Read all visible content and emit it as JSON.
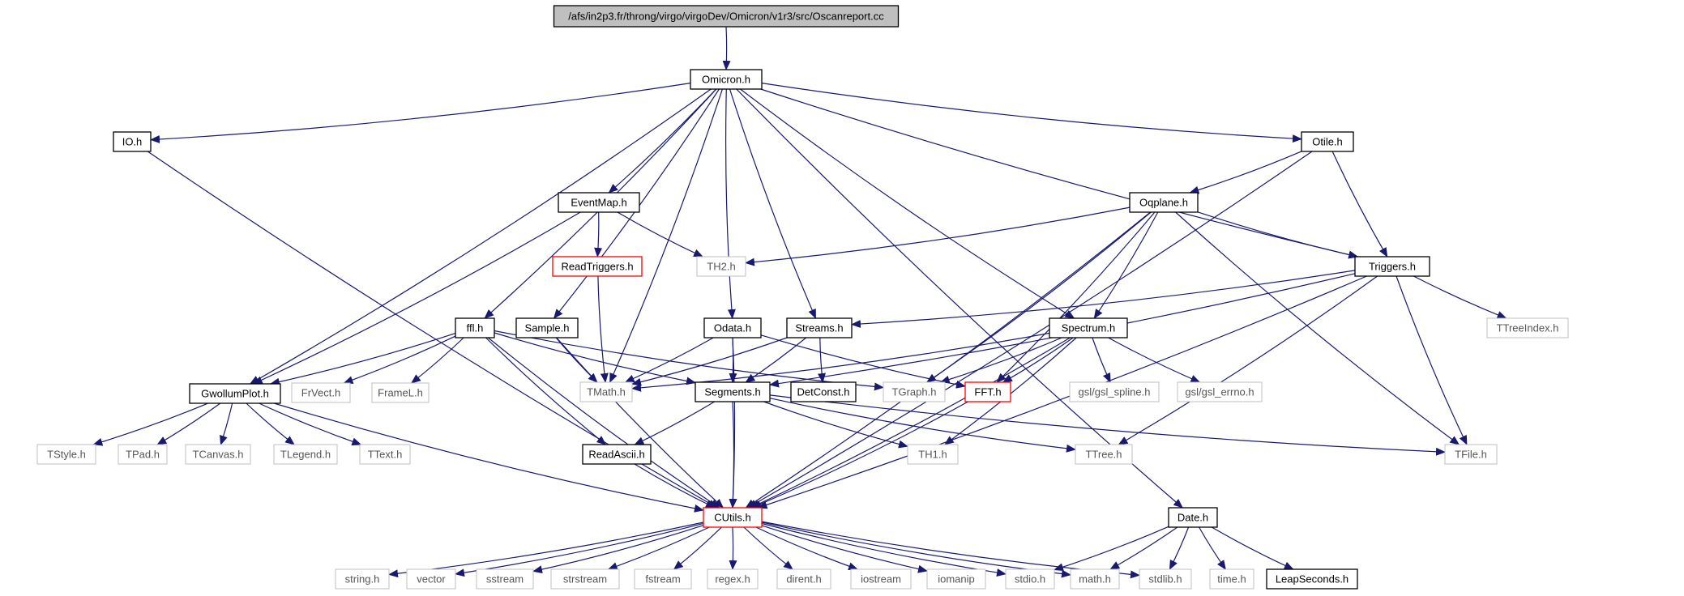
{
  "root": "/afs/in2p3.fr/throng/virgo/virgoDev/Omicron/v1r3/src/Oscanreport.cc",
  "colors": {
    "edge": "#191970",
    "root_fill": "#bfbfbf",
    "normal_border": "#000000",
    "external_border": "#bfbfbf",
    "truncated_border": "#ff0000",
    "external_text": "#555555"
  },
  "nodes": [
    {
      "id": "root",
      "label": "/afs/in2p3.fr/throng/virgo/virgoDev/Omicron/v1r3/src/Oscanreport.cc",
      "kind": "root"
    },
    {
      "id": "omicron",
      "label": "Omicron.h",
      "kind": "normal"
    },
    {
      "id": "io",
      "label": "IO.h",
      "kind": "normal"
    },
    {
      "id": "otile",
      "label": "Otile.h",
      "kind": "normal"
    },
    {
      "id": "eventmap",
      "label": "EventMap.h",
      "kind": "normal"
    },
    {
      "id": "oqplane",
      "label": "Oqplane.h",
      "kind": "normal"
    },
    {
      "id": "readtriggers",
      "label": "ReadTriggers.h",
      "kind": "truncated"
    },
    {
      "id": "th2",
      "label": "TH2.h",
      "kind": "external"
    },
    {
      "id": "triggers",
      "label": "Triggers.h",
      "kind": "normal"
    },
    {
      "id": "ffl",
      "label": "ffl.h",
      "kind": "normal"
    },
    {
      "id": "sample",
      "label": "Sample.h",
      "kind": "normal"
    },
    {
      "id": "odata",
      "label": "Odata.h",
      "kind": "normal"
    },
    {
      "id": "streams",
      "label": "Streams.h",
      "kind": "normal"
    },
    {
      "id": "spectrum",
      "label": "Spectrum.h",
      "kind": "normal"
    },
    {
      "id": "ttreeindex",
      "label": "TTreeIndex.h",
      "kind": "external"
    },
    {
      "id": "gwollumplot",
      "label": "GwollumPlot.h",
      "kind": "normal"
    },
    {
      "id": "frvect",
      "label": "FrVect.h",
      "kind": "external"
    },
    {
      "id": "framel",
      "label": "FrameL.h",
      "kind": "external"
    },
    {
      "id": "tmath",
      "label": "TMath.h",
      "kind": "external"
    },
    {
      "id": "segments",
      "label": "Segments.h",
      "kind": "normal"
    },
    {
      "id": "detconst",
      "label": "DetConst.h",
      "kind": "normal"
    },
    {
      "id": "tgraph",
      "label": "TGraph.h",
      "kind": "external"
    },
    {
      "id": "fft",
      "label": "FFT.h",
      "kind": "truncated"
    },
    {
      "id": "gslspline",
      "label": "gsl/gsl_spline.h",
      "kind": "external"
    },
    {
      "id": "gslerrno",
      "label": "gsl/gsl_errno.h",
      "kind": "external"
    },
    {
      "id": "tstyle",
      "label": "TStyle.h",
      "kind": "external"
    },
    {
      "id": "tpad",
      "label": "TPad.h",
      "kind": "external"
    },
    {
      "id": "tcanvas",
      "label": "TCanvas.h",
      "kind": "external"
    },
    {
      "id": "tlegend",
      "label": "TLegend.h",
      "kind": "external"
    },
    {
      "id": "ttext",
      "label": "TText.h",
      "kind": "external"
    },
    {
      "id": "readascii",
      "label": "ReadAscii.h",
      "kind": "normal"
    },
    {
      "id": "th1",
      "label": "TH1.h",
      "kind": "external"
    },
    {
      "id": "ttree",
      "label": "TTree.h",
      "kind": "external"
    },
    {
      "id": "tfile",
      "label": "TFile.h",
      "kind": "external"
    },
    {
      "id": "cutils",
      "label": "CUtils.h",
      "kind": "truncated"
    },
    {
      "id": "date",
      "label": "Date.h",
      "kind": "normal"
    },
    {
      "id": "string",
      "label": "string.h",
      "kind": "external"
    },
    {
      "id": "vector",
      "label": "vector",
      "kind": "external"
    },
    {
      "id": "sstream",
      "label": "sstream",
      "kind": "external"
    },
    {
      "id": "strstream",
      "label": "strstream",
      "kind": "external"
    },
    {
      "id": "fstream",
      "label": "fstream",
      "kind": "external"
    },
    {
      "id": "regex",
      "label": "regex.h",
      "kind": "external"
    },
    {
      "id": "dirent",
      "label": "dirent.h",
      "kind": "external"
    },
    {
      "id": "iostream",
      "label": "iostream",
      "kind": "external"
    },
    {
      "id": "iomanip",
      "label": "iomanip",
      "kind": "external"
    },
    {
      "id": "stdio",
      "label": "stdio.h",
      "kind": "external"
    },
    {
      "id": "math",
      "label": "math.h",
      "kind": "external"
    },
    {
      "id": "stdlib",
      "label": "stdlib.h",
      "kind": "external"
    },
    {
      "id": "time",
      "label": "time.h",
      "kind": "external"
    },
    {
      "id": "leapseconds",
      "label": "LeapSeconds.h",
      "kind": "normal"
    }
  ],
  "edges": [
    [
      "root",
      "omicron"
    ],
    [
      "omicron",
      "io"
    ],
    [
      "omicron",
      "otile"
    ],
    [
      "omicron",
      "eventmap"
    ],
    [
      "omicron",
      "triggers"
    ],
    [
      "omicron",
      "ffl"
    ],
    [
      "omicron",
      "sample"
    ],
    [
      "omicron",
      "odata"
    ],
    [
      "omicron",
      "streams"
    ],
    [
      "omicron",
      "spectrum"
    ],
    [
      "omicron",
      "gwollumplot"
    ],
    [
      "omicron",
      "tmath"
    ],
    [
      "omicron",
      "date"
    ],
    [
      "io",
      "cutils"
    ],
    [
      "otile",
      "oqplane"
    ],
    [
      "otile",
      "triggers"
    ],
    [
      "otile",
      "cutils"
    ],
    [
      "eventmap",
      "readtriggers"
    ],
    [
      "eventmap",
      "th2"
    ],
    [
      "eventmap",
      "gwollumplot"
    ],
    [
      "readtriggers",
      "tmath"
    ],
    [
      "oqplane",
      "th2"
    ],
    [
      "oqplane",
      "triggers"
    ],
    [
      "oqplane",
      "spectrum"
    ],
    [
      "oqplane",
      "tgraph"
    ],
    [
      "oqplane",
      "fft"
    ],
    [
      "oqplane",
      "tfile"
    ],
    [
      "oqplane",
      "cutils"
    ],
    [
      "triggers",
      "streams"
    ],
    [
      "triggers",
      "segments"
    ],
    [
      "triggers",
      "ttreeindex"
    ],
    [
      "triggers",
      "ttree"
    ],
    [
      "triggers",
      "tfile"
    ],
    [
      "triggers",
      "cutils"
    ],
    [
      "ffl",
      "gwollumplot"
    ],
    [
      "ffl",
      "frvect"
    ],
    [
      "ffl",
      "framel"
    ],
    [
      "ffl",
      "segments"
    ],
    [
      "ffl",
      "tgraph"
    ],
    [
      "ffl",
      "readascii"
    ],
    [
      "ffl",
      "cutils"
    ],
    [
      "sample",
      "tmath"
    ],
    [
      "sample",
      "cutils"
    ],
    [
      "odata",
      "tmath"
    ],
    [
      "odata",
      "segments"
    ],
    [
      "odata",
      "fft"
    ],
    [
      "odata",
      "cutils"
    ],
    [
      "streams",
      "tmath"
    ],
    [
      "streams",
      "segments"
    ],
    [
      "streams",
      "detconst"
    ],
    [
      "spectrum",
      "tmath"
    ],
    [
      "spectrum",
      "tgraph"
    ],
    [
      "spectrum",
      "fft"
    ],
    [
      "spectrum",
      "gslspline"
    ],
    [
      "spectrum",
      "gslerrno"
    ],
    [
      "spectrum",
      "th1"
    ],
    [
      "spectrum",
      "cutils"
    ],
    [
      "gwollumplot",
      "tstyle"
    ],
    [
      "gwollumplot",
      "tpad"
    ],
    [
      "gwollumplot",
      "tcanvas"
    ],
    [
      "gwollumplot",
      "tlegend"
    ],
    [
      "gwollumplot",
      "ttext"
    ],
    [
      "gwollumplot",
      "cutils"
    ],
    [
      "segments",
      "readascii"
    ],
    [
      "segments",
      "cutils"
    ],
    [
      "segments",
      "th1"
    ],
    [
      "segments",
      "ttree"
    ],
    [
      "segments",
      "tfile"
    ],
    [
      "readascii",
      "cutils"
    ],
    [
      "fft",
      "cutils"
    ],
    [
      "cutils",
      "string"
    ],
    [
      "cutils",
      "vector"
    ],
    [
      "cutils",
      "sstream"
    ],
    [
      "cutils",
      "strstream"
    ],
    [
      "cutils",
      "fstream"
    ],
    [
      "cutils",
      "regex"
    ],
    [
      "cutils",
      "dirent"
    ],
    [
      "cutils",
      "iostream"
    ],
    [
      "cutils",
      "iomanip"
    ],
    [
      "cutils",
      "stdio"
    ],
    [
      "cutils",
      "math"
    ],
    [
      "cutils",
      "stdlib"
    ],
    [
      "date",
      "stdio"
    ],
    [
      "date",
      "math"
    ],
    [
      "date",
      "stdlib"
    ],
    [
      "date",
      "time"
    ],
    [
      "date",
      "leapseconds"
    ]
  ]
}
